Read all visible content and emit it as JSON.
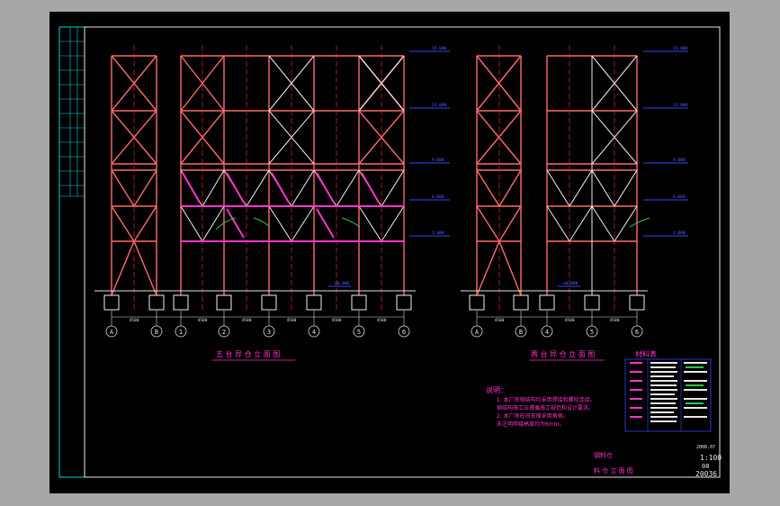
{
  "drawing": {
    "left_view_title": "五 台 异 仓 立 面 图",
    "right_view_title": "两 台 异 仓 立 面 图",
    "axis_labels_left": [
      "A",
      "B",
      "1",
      "2",
      "3",
      "4",
      "5",
      "6"
    ],
    "axis_labels_right": [
      "A",
      "B",
      "5",
      "6"
    ],
    "dimensions_left": [
      "4500",
      "4500",
      "4500",
      "4500",
      "4500",
      "4500"
    ],
    "dimensions_right": [
      "4500",
      "4500",
      "4500"
    ],
    "elevation_marks": [
      "15.000",
      "12.000",
      "9.000",
      "6.000",
      "3.000",
      "±0.000"
    ],
    "notes_title": "说明：",
    "notes_lines": [
      "1. 本厂房钢结构均采用焊接和螺栓连接。",
      "   钢结构施工应遵循施工规范和设计要求。",
      "2. 本厂房柱间支撑采用角钢。",
      "   未注明焊缝高度均为6mm。"
    ],
    "table_title": "材料表",
    "title_block": {
      "project": "钢料仓",
      "drawing_name": "料 仓 立 面 图",
      "date": "2008.07",
      "scale": "1:100",
      "sheet": "08",
      "number": "20036"
    }
  }
}
